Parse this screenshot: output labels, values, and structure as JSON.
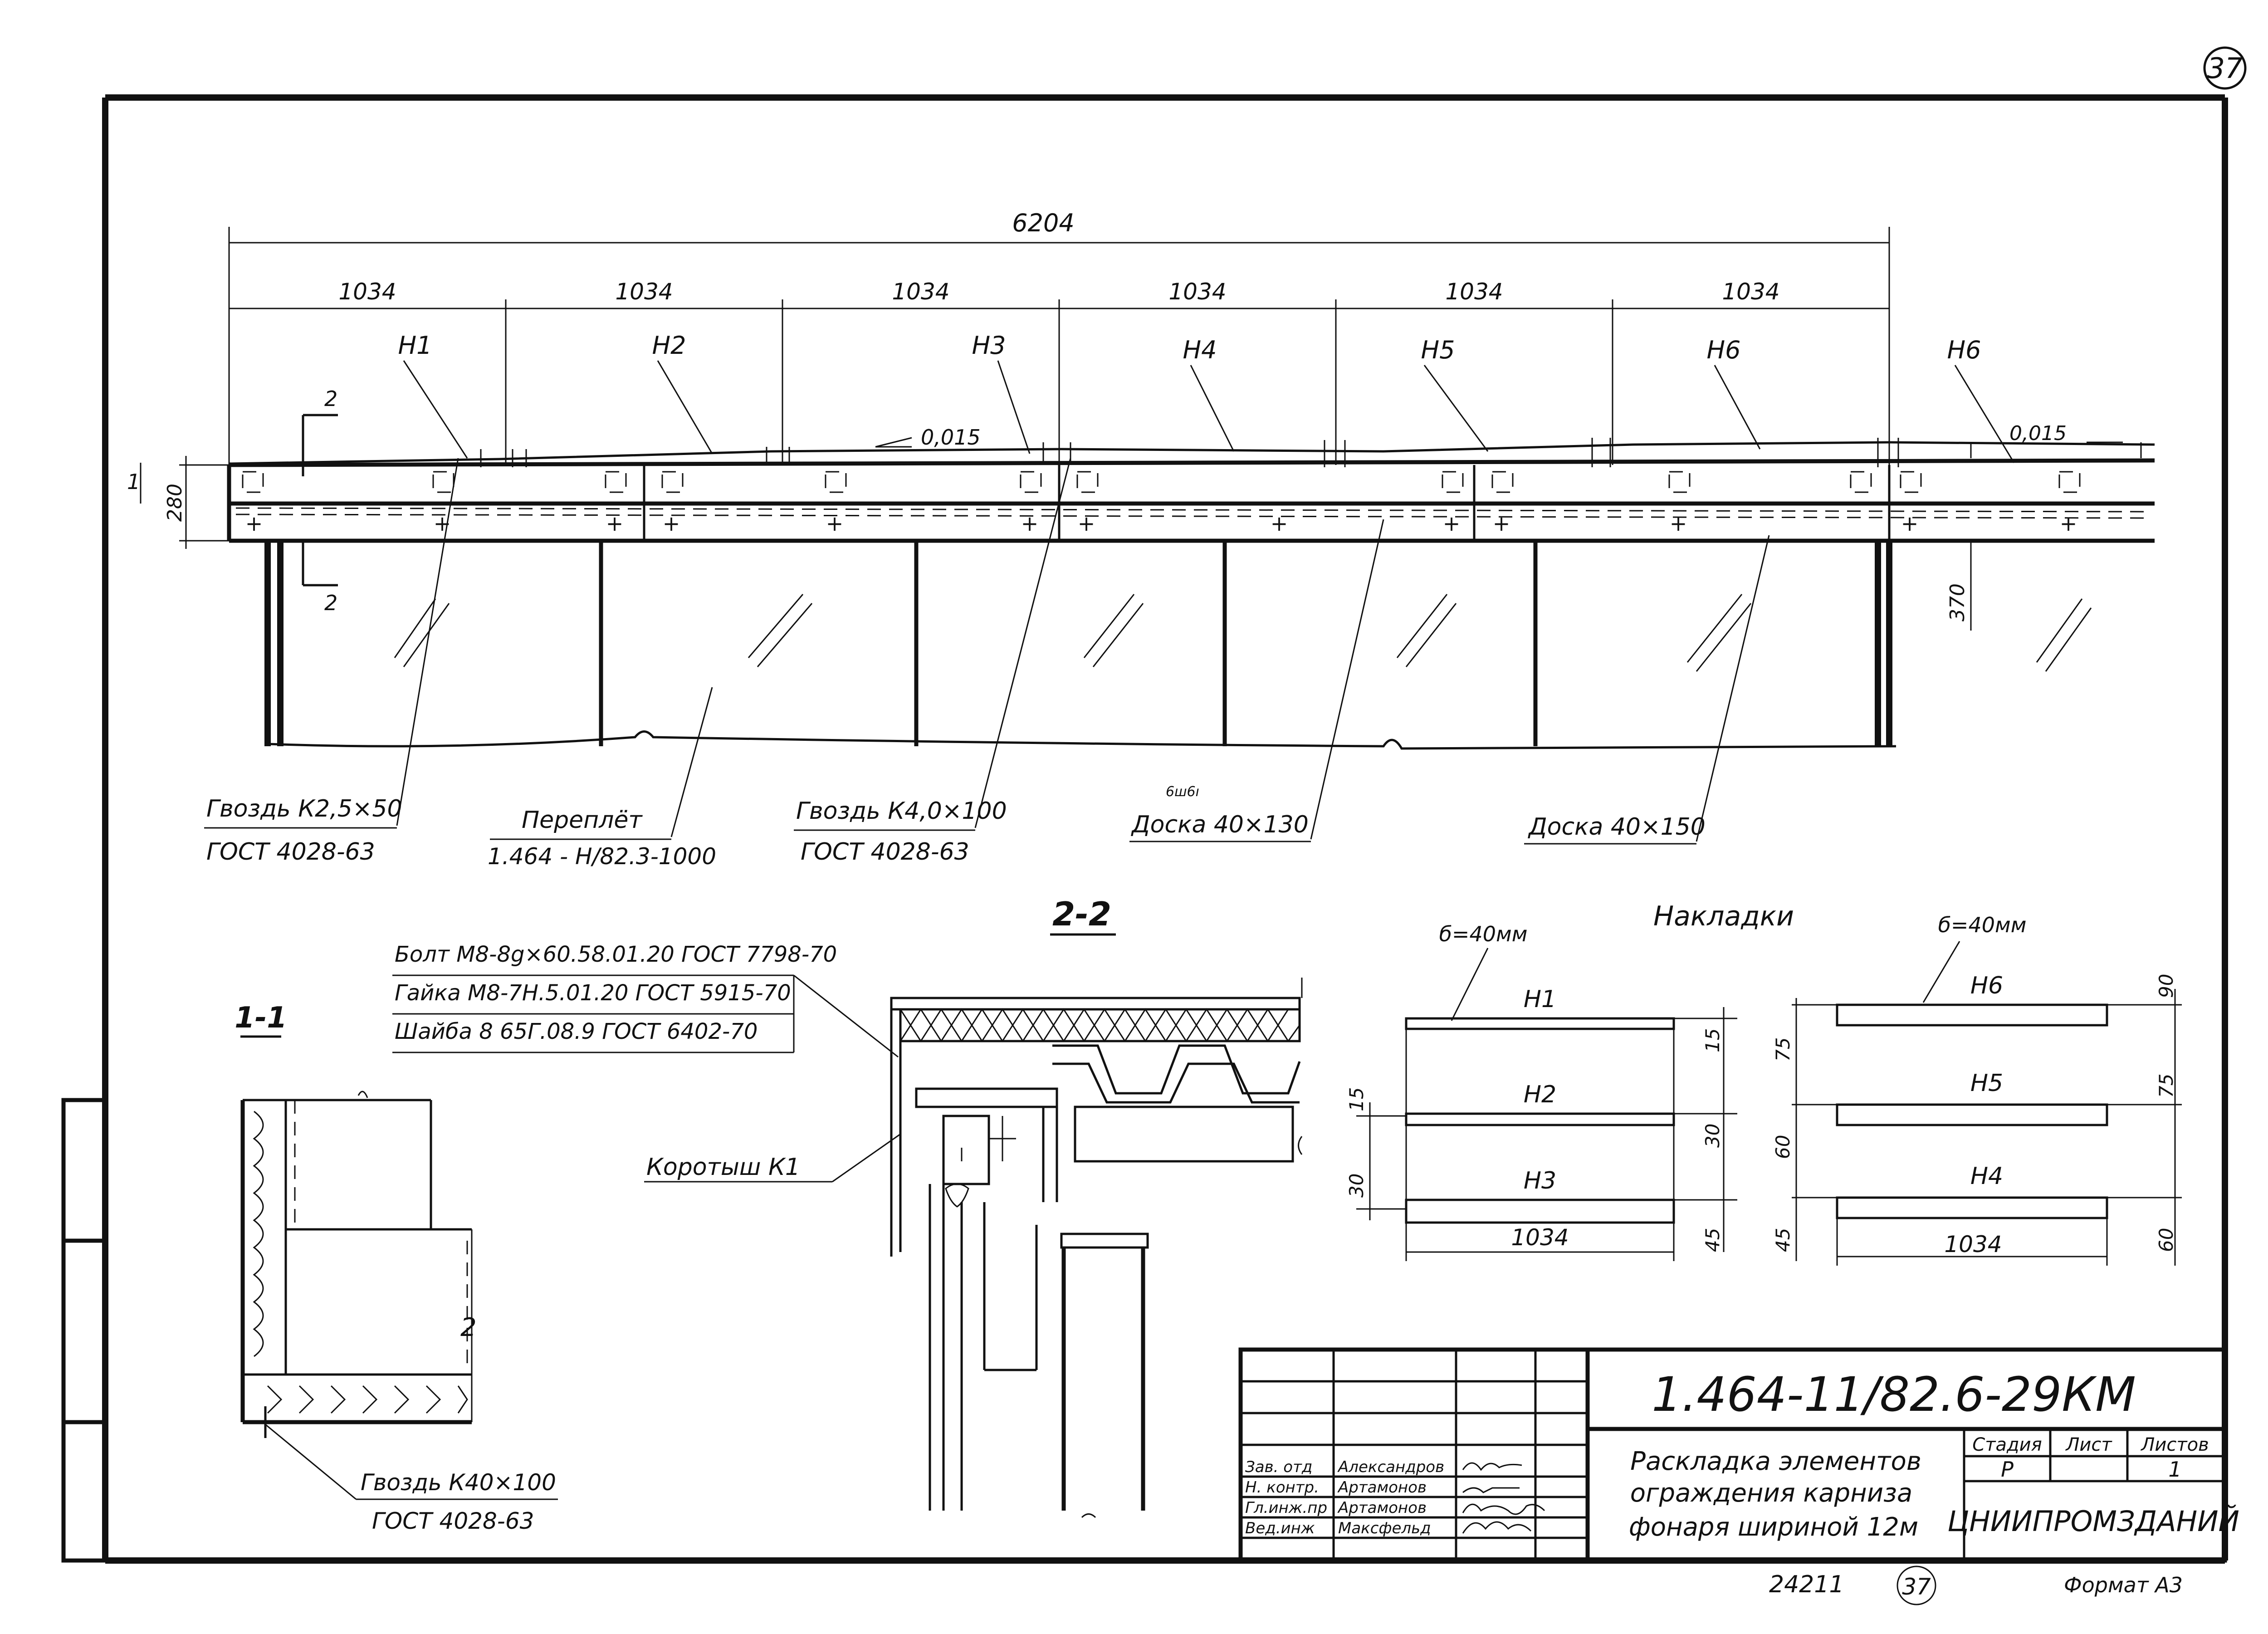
{
  "sheet_number": "37",
  "elevation": {
    "overall_dim": "6204",
    "bay_dims": [
      "1034",
      "1034",
      "1034",
      "1034",
      "1034",
      "1034"
    ],
    "plate_labels": [
      "H1",
      "H2",
      "H3",
      "H4",
      "H5",
      "H6",
      "H6"
    ],
    "slope_left": "0,015",
    "slope_right": "0,015",
    "section_mark": "2",
    "marker_1": "1",
    "dim_height_left": "280",
    "dim_height_right": "370",
    "small_note": "6ш6ı",
    "callouts": [
      {
        "line1": "Гвоздь К2,5×50",
        "line2": "ГОСТ 4028-63"
      },
      {
        "line1": "Переплёт",
        "line2": "1.464 - Н/82.3-1000"
      },
      {
        "line1": "Гвоздь К4,0×100",
        "line2": "ГОСТ 4028-63"
      },
      {
        "line1": "Доска 40×130",
        "line2": ""
      },
      {
        "line1": "Доска 40×150",
        "line2": ""
      }
    ]
  },
  "section_2_2": {
    "title": "2-2",
    "spec": [
      "Болт М8-8g×60.58.01.20 ГОСТ 7798-70",
      "Гайка М8-7Н.5.01.20 ГОСТ 5915-70",
      "Шайба 8 65Г.08.9 ГОСТ 6402-70"
    ],
    "k1_label": "Коротыш К1"
  },
  "section_1_1": {
    "title": "1-1",
    "mark": "2",
    "nail_line1": "Гвоздь К40×100",
    "nail_line2": "ГОСТ 4028-63"
  },
  "nakladki": {
    "title": "Накладки",
    "thickness_left": "б=40мм",
    "thickness_right": "б=40мм",
    "left_labels": [
      "Н1",
      "Н2",
      "Н3"
    ],
    "right_labels": [
      "Н6",
      "Н5",
      "Н4"
    ],
    "length_left": "1034",
    "length_right": "1034",
    "left_dims_right": [
      "15",
      "30",
      "45"
    ],
    "left_dims_left": [
      "15",
      "30"
    ],
    "right_dims_left": [
      "75",
      "60",
      "45"
    ],
    "right_dims_right": [
      "90",
      "75",
      "60"
    ]
  },
  "title_block": {
    "code": "1.464-11/82.6-29КМ",
    "title_lines": [
      "Раскладка элементов",
      "ограждения карниза",
      "фонаря шириной 12м"
    ],
    "stage_label": "Стадия",
    "sheet_label": "Лист",
    "sheets_label": "Листов",
    "stage_value": "Р",
    "sheets_value": "1",
    "org": "ЦНИИПРОМЗДАНИЙ",
    "roles": [
      "Зав. отд",
      "Н. контр.",
      "Гл.инж.пр",
      "Вед.инж"
    ],
    "names": [
      "Александров",
      "Артамонов",
      "Артамонов",
      "Максфельд"
    ]
  },
  "footer": {
    "inv": "24211",
    "circle": "37",
    "format": "Формат А3"
  }
}
